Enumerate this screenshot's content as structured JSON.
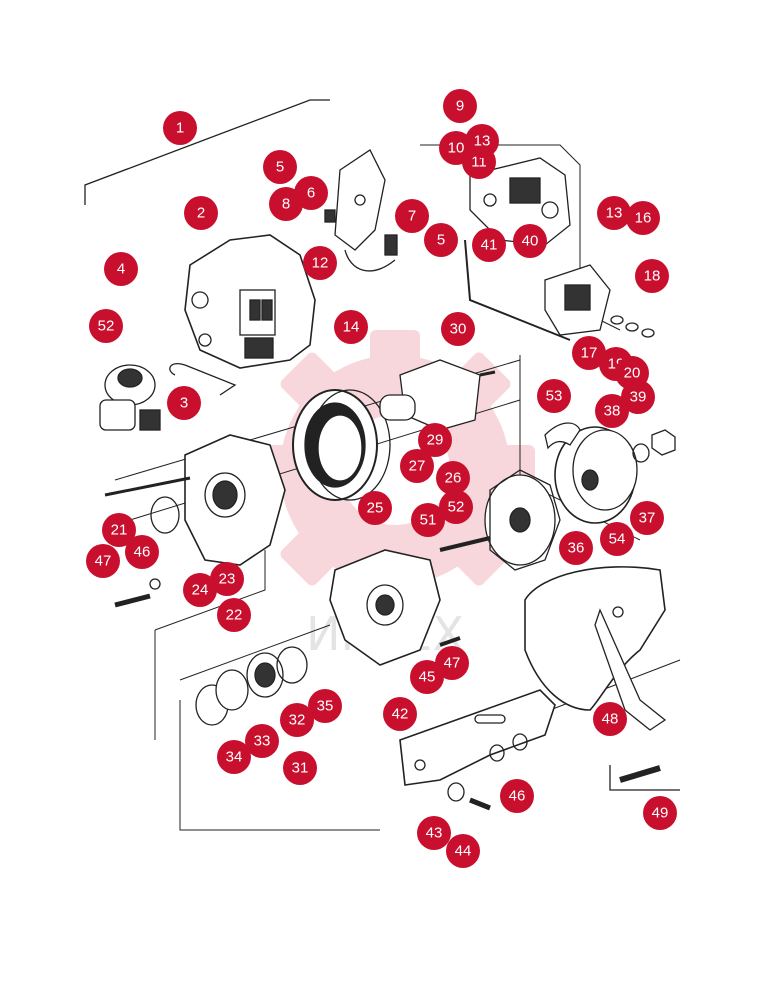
{
  "diagram": {
    "watermark_text": "ИНТЕХ",
    "colors": {
      "label_fill": "#c8102e",
      "label_text": "#ffffff",
      "line": "#222222",
      "watermark": "#f2b8be"
    },
    "parts": [
      {
        "id": "p1",
        "label": "1"
      },
      {
        "id": "p2",
        "label": "2"
      },
      {
        "id": "p3",
        "label": "3"
      },
      {
        "id": "p4",
        "label": "4"
      },
      {
        "id": "p5a",
        "label": "5"
      },
      {
        "id": "p5b",
        "label": "5"
      },
      {
        "id": "p6",
        "label": "6"
      },
      {
        "id": "p7",
        "label": "7"
      },
      {
        "id": "p8",
        "label": "8"
      },
      {
        "id": "p9",
        "label": "9"
      },
      {
        "id": "p10",
        "label": "10"
      },
      {
        "id": "p11",
        "label": "11"
      },
      {
        "id": "p12",
        "label": "12"
      },
      {
        "id": "p13a",
        "label": "13"
      },
      {
        "id": "p13b",
        "label": "13"
      },
      {
        "id": "p14",
        "label": "14"
      },
      {
        "id": "p16",
        "label": "16"
      },
      {
        "id": "p17",
        "label": "17"
      },
      {
        "id": "p18",
        "label": "18"
      },
      {
        "id": "p19",
        "label": "19"
      },
      {
        "id": "p20",
        "label": "20"
      },
      {
        "id": "p21",
        "label": "21"
      },
      {
        "id": "p22",
        "label": "22"
      },
      {
        "id": "p23",
        "label": "23"
      },
      {
        "id": "p24",
        "label": "24"
      },
      {
        "id": "p25",
        "label": "25"
      },
      {
        "id": "p26",
        "label": "26"
      },
      {
        "id": "p27",
        "label": "27"
      },
      {
        "id": "p29",
        "label": "29"
      },
      {
        "id": "p30",
        "label": "30"
      },
      {
        "id": "p31",
        "label": "31"
      },
      {
        "id": "p32",
        "label": "32"
      },
      {
        "id": "p33",
        "label": "33"
      },
      {
        "id": "p34",
        "label": "34"
      },
      {
        "id": "p35",
        "label": "35"
      },
      {
        "id": "p36",
        "label": "36"
      },
      {
        "id": "p37",
        "label": "37"
      },
      {
        "id": "p38",
        "label": "38"
      },
      {
        "id": "p39",
        "label": "39"
      },
      {
        "id": "p40",
        "label": "40"
      },
      {
        "id": "p41",
        "label": "41"
      },
      {
        "id": "p42",
        "label": "42"
      },
      {
        "id": "p43",
        "label": "43"
      },
      {
        "id": "p44",
        "label": "44"
      },
      {
        "id": "p45",
        "label": "45"
      },
      {
        "id": "p46a",
        "label": "46"
      },
      {
        "id": "p46b",
        "label": "46"
      },
      {
        "id": "p47a",
        "label": "47"
      },
      {
        "id": "p47b",
        "label": "47"
      },
      {
        "id": "p48",
        "label": "48"
      },
      {
        "id": "p49",
        "label": "49"
      },
      {
        "id": "p51",
        "label": "51"
      },
      {
        "id": "p52a",
        "label": "52"
      },
      {
        "id": "p52b",
        "label": "52"
      },
      {
        "id": "p53",
        "label": "53"
      },
      {
        "id": "p54",
        "label": "54"
      }
    ]
  }
}
